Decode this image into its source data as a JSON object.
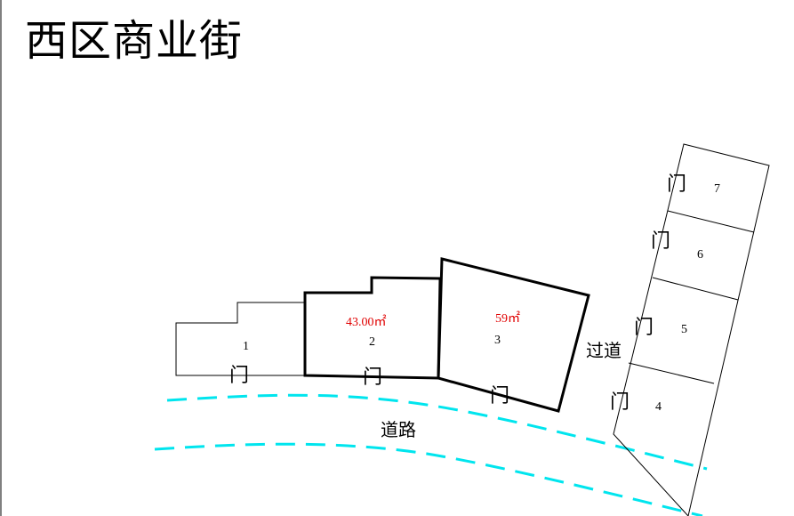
{
  "title": "西区商业街",
  "road_label": "道路",
  "passage_label": "过道",
  "door_label": "门",
  "colors": {
    "road_line": "#00e5ee",
    "area_text": "#e00000",
    "lines": "#000000"
  },
  "units": [
    {
      "number": "1",
      "area": ""
    },
    {
      "number": "2",
      "area": "43.00㎡"
    },
    {
      "number": "3",
      "area": "59㎡"
    },
    {
      "number": "4",
      "area": ""
    },
    {
      "number": "5",
      "area": ""
    },
    {
      "number": "6",
      "area": ""
    },
    {
      "number": "7",
      "area": ""
    }
  ]
}
